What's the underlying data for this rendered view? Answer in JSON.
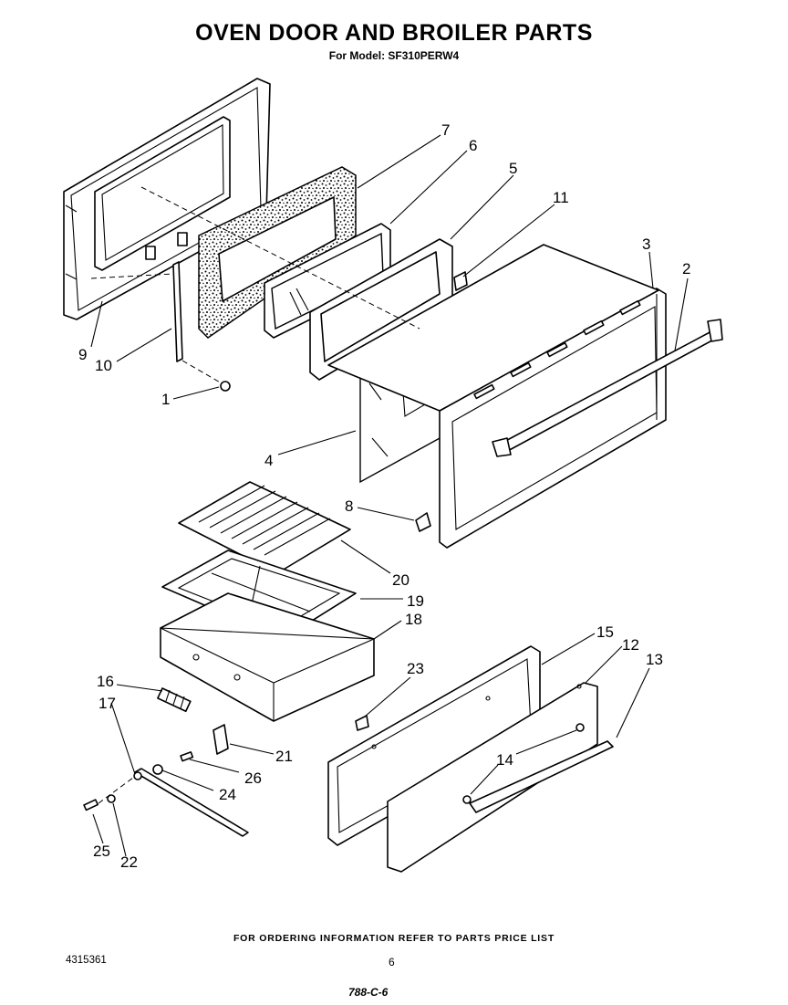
{
  "title": "OVEN DOOR AND BROILER PARTS",
  "subtitle": "For Model: SF310PERW4",
  "footer_note": "FOR ORDERING INFORMATION REFER TO PARTS PRICE LIST",
  "document_number": "4315361",
  "page_number": "6",
  "handwritten_note": "788-C-6",
  "callouts": [
    "1",
    "2",
    "3",
    "4",
    "5",
    "6",
    "7",
    "8",
    "9",
    "10",
    "11",
    "12",
    "13",
    "14",
    "15",
    "16",
    "17",
    "18",
    "19",
    "20",
    "21",
    "22",
    "23",
    "25",
    "26",
    "24"
  ]
}
